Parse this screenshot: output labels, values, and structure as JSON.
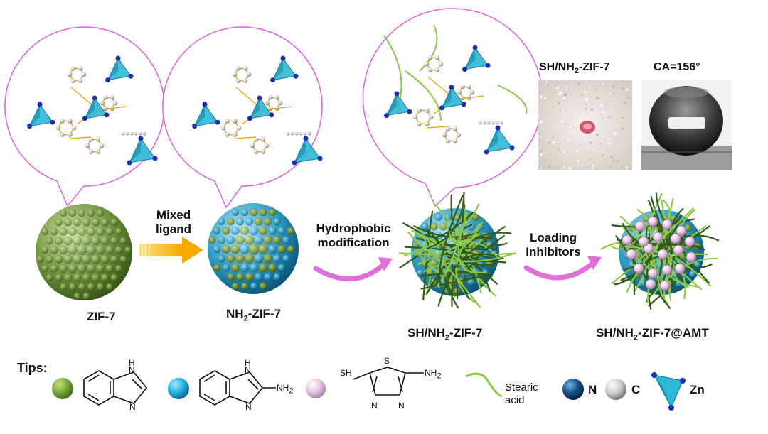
{
  "labels": {
    "zif7": "ZIF-7",
    "nh2_zif7_pre": "NH",
    "nh2_zif7_sub": "2",
    "nh2_zif7_post": "-ZIF-7",
    "sh_pre": "SH/NH",
    "sh_sub": "2",
    "sh_post": "-ZIF-7",
    "amt_pre": "SH/NH",
    "amt_sub": "2",
    "amt_post": "-ZIF-7@AMT",
    "photo_pre": "SH/NH",
    "photo_sub": "2",
    "photo_post": "-ZIF-7",
    "contact_angle": "CA=156°"
  },
  "steps": {
    "mixed_1": "Mixed",
    "mixed_2": "ligand",
    "hydro_1": "Hydrophobic",
    "hydro_2": "modification",
    "load_1": "Loading",
    "load_2": "Inhibitors"
  },
  "legend": {
    "tips": "Tips:",
    "nh_top": "H",
    "nh_n": "N",
    "nh2": "NH",
    "nh2_sub": "2",
    "amt_sh": "SH",
    "amt_s": "S",
    "amt_nh2": "NH",
    "amt_nh2_sub": "2",
    "amt_n1": "N",
    "amt_n2": "N",
    "stearic_1": "Stearic",
    "stearic_2": "acid",
    "n": "N",
    "c": "C",
    "zn": "Zn"
  },
  "colors": {
    "green": "#7aa83a",
    "blue": "#1eb4e0",
    "arrow": "#f5b400",
    "pink_arrow": "#e070d8",
    "bubble": "#e060e0",
    "fiber_dark": "#2f5a18",
    "fiber_light": "#8cc94a"
  }
}
